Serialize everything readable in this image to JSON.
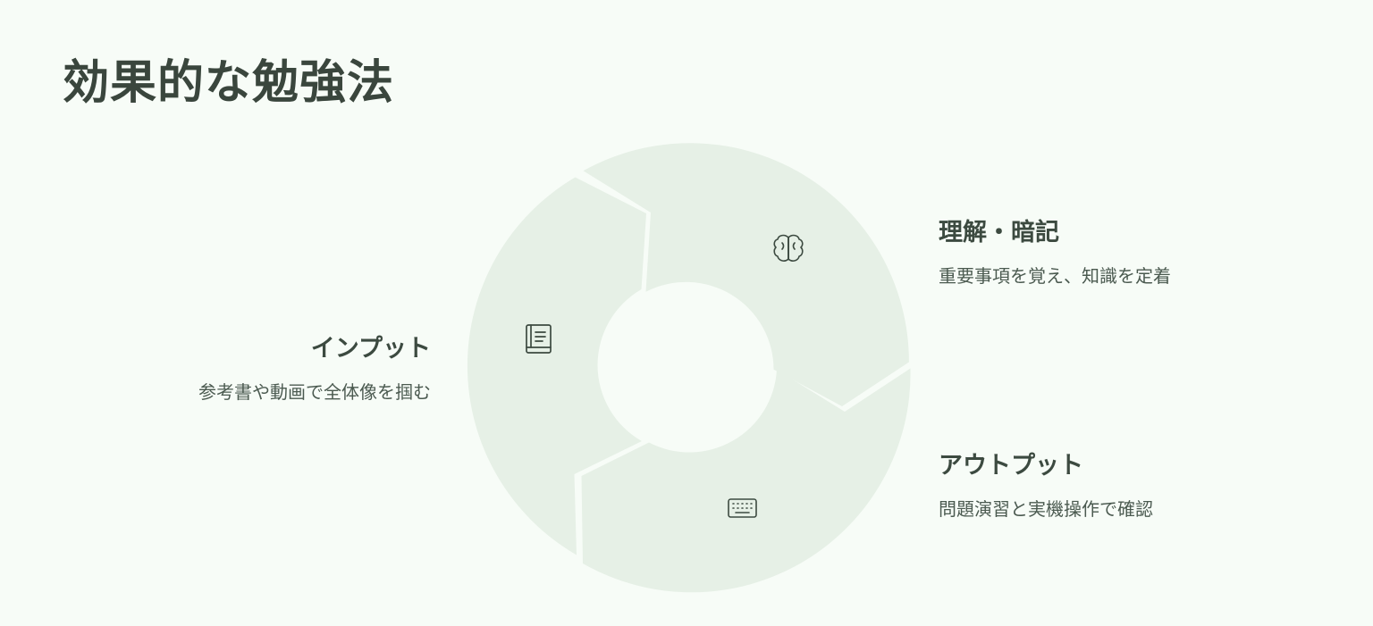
{
  "title": "効果的な勉強法",
  "colors": {
    "background": "#f7fcf7",
    "segment": "#e6f0e6",
    "icon": "#3c4a40",
    "text": "#3b4a3f"
  },
  "steps": [
    {
      "title": "理解・暗記",
      "description": "重要事項を覚え、知識を定着",
      "icon": "brain-icon"
    },
    {
      "title": "アウトプット",
      "description": "問題演習と実機操作で確認",
      "icon": "keyboard-icon"
    },
    {
      "title": "インプット",
      "description": "参考書や動画で全体像を掴む",
      "icon": "book-icon"
    }
  ]
}
